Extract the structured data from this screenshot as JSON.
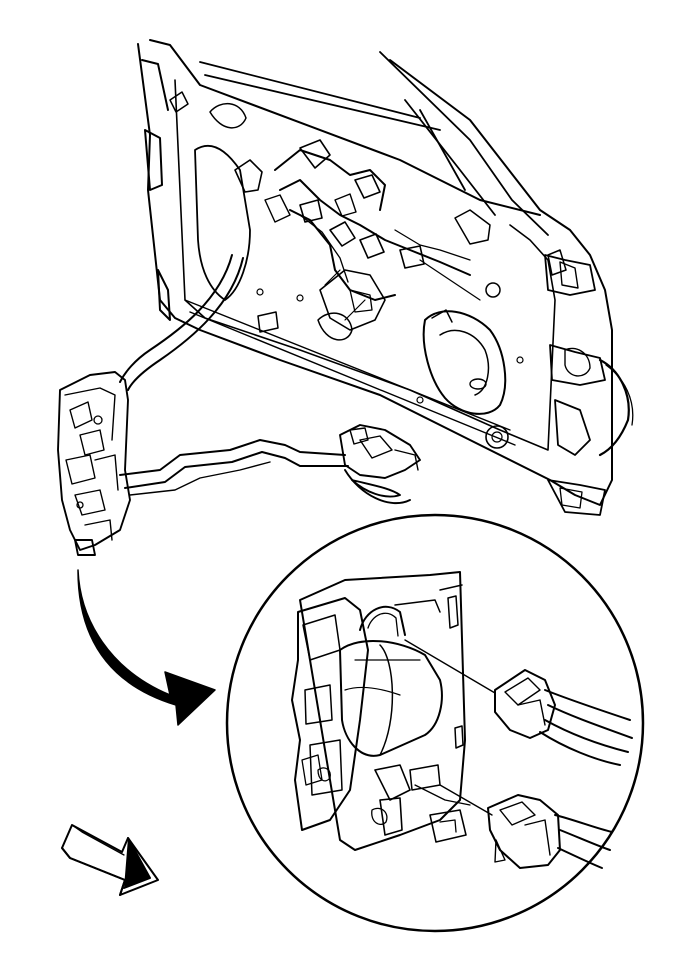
{
  "diagram": {
    "line_color": "#000000",
    "background_color": "#ffffff",
    "parts": [
      {
        "id": "door-panel",
        "icon": "door-inner-panel"
      },
      {
        "id": "window-glass-edge",
        "icon": "glass-edge-lines"
      },
      {
        "id": "wiring-harness",
        "icon": "wiring-harness"
      },
      {
        "id": "lock-actuator",
        "icon": "door-lock-actuator"
      },
      {
        "id": "lock-rods",
        "icon": "linkage-rods"
      },
      {
        "id": "outside-handle",
        "icon": "door-handle"
      },
      {
        "id": "speaker",
        "icon": "speaker-opening"
      },
      {
        "id": "hinges",
        "icon": "door-hinges"
      },
      {
        "id": "detail-callout-arrow",
        "icon": "curved-arrow"
      },
      {
        "id": "detail-circle",
        "icon": "magnified-detail"
      },
      {
        "id": "actuator-connectors",
        "icon": "electrical-connectors"
      },
      {
        "id": "front-direction-arrow",
        "icon": "direction-arrow"
      }
    ]
  }
}
